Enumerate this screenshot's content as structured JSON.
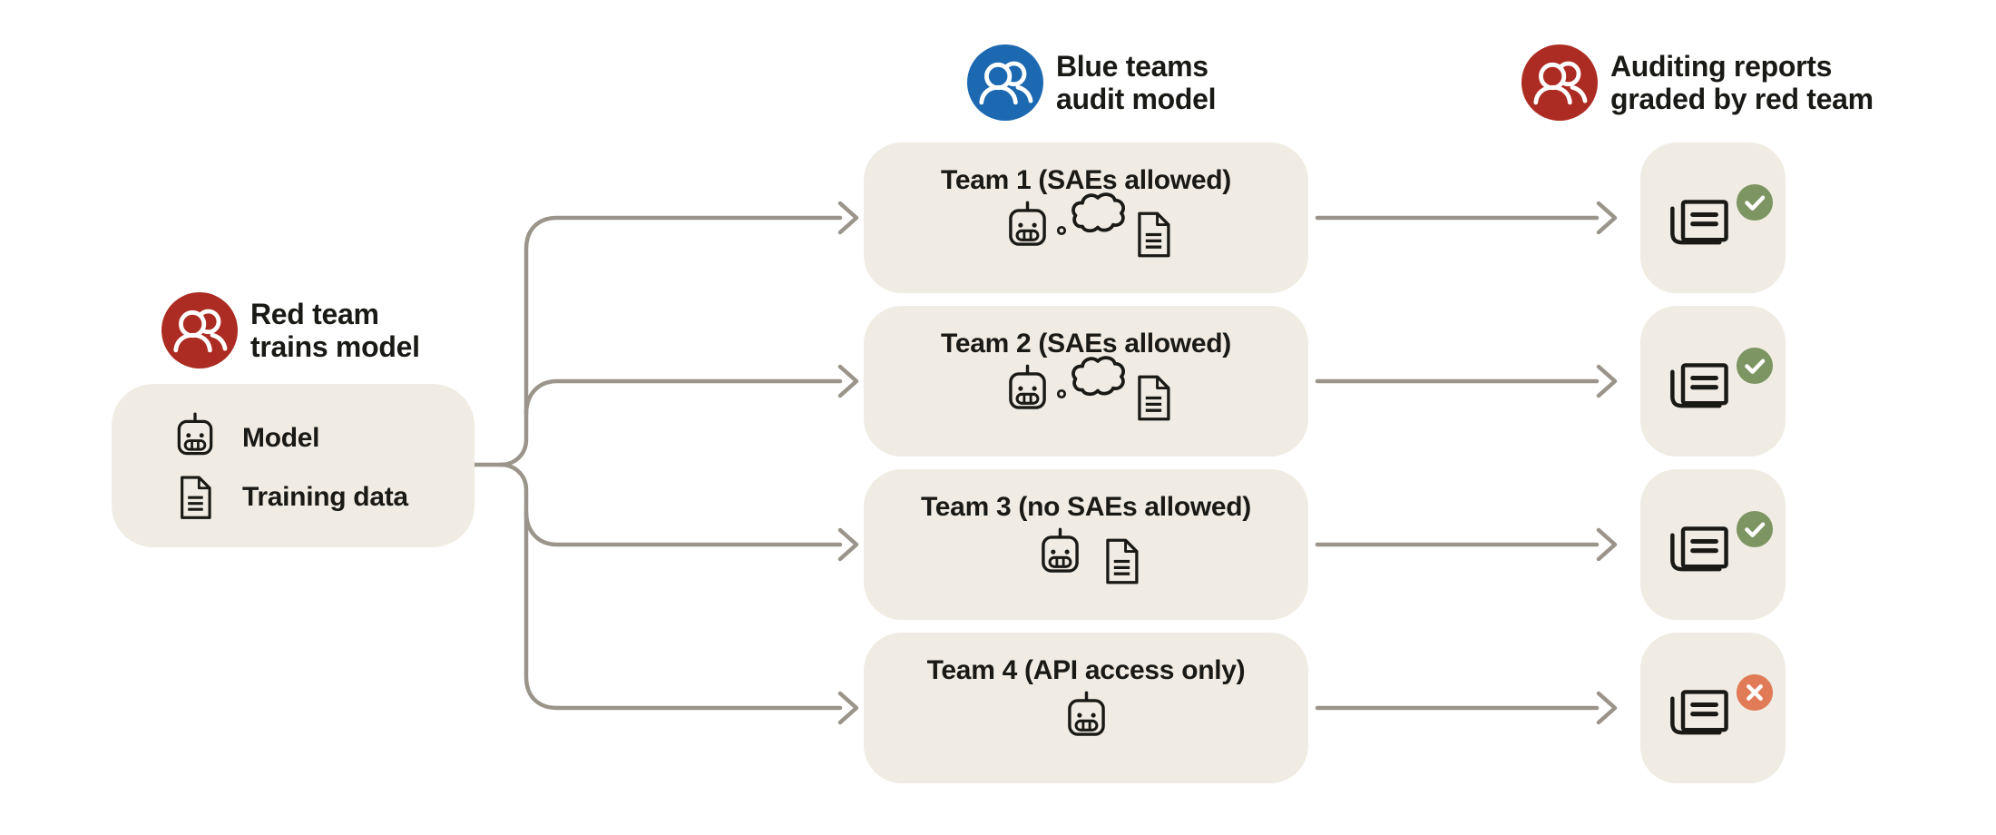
{
  "colors": {
    "background": "#ffffff",
    "box_beige": "#f0ece3",
    "red_team": "#ac2b22",
    "blue_team": "#1c69b1",
    "pass_green": "#7c9562",
    "fail_orange": "#e17a56",
    "arrow_gray": "#9a948a",
    "ink": "#191916"
  },
  "red_team_legend": {
    "icon": "people-icon",
    "line1": "Red team",
    "line2": "trains model"
  },
  "blue_team_legend": {
    "icon": "people-icon",
    "line1": "Blue teams",
    "line2": "audit model"
  },
  "grading_legend": {
    "icon": "people-icon",
    "line1": "Auditing reports",
    "line2": "graded by red team"
  },
  "model_box": {
    "items": [
      {
        "icon": "robot-icon",
        "label": "Model"
      },
      {
        "icon": "document-icon",
        "label": "Training data"
      }
    ]
  },
  "teams": [
    {
      "title": "Team 1 (SAEs allowed)",
      "icons": [
        "robot-icon",
        "thought-bubble-icon",
        "document-icon"
      ],
      "grade": "pass",
      "badge_icon": "check-badge-icon"
    },
    {
      "title": "Team 2 (SAEs allowed)",
      "icons": [
        "robot-icon",
        "thought-bubble-icon",
        "document-icon"
      ],
      "grade": "pass",
      "badge_icon": "check-badge-icon"
    },
    {
      "title": "Team 3 (no SAEs allowed)",
      "icons": [
        "robot-icon",
        "document-icon"
      ],
      "grade": "pass",
      "badge_icon": "check-badge-icon"
    },
    {
      "title": "Team 4 (API access only)",
      "icons": [
        "robot-icon"
      ],
      "grade": "fail",
      "badge_icon": "x-badge-icon"
    }
  ],
  "reports": [
    {
      "icon": "report-icon",
      "badge": "check"
    },
    {
      "icon": "report-icon",
      "badge": "check"
    },
    {
      "icon": "report-icon",
      "badge": "check"
    },
    {
      "icon": "report-icon",
      "badge": "x"
    }
  ]
}
